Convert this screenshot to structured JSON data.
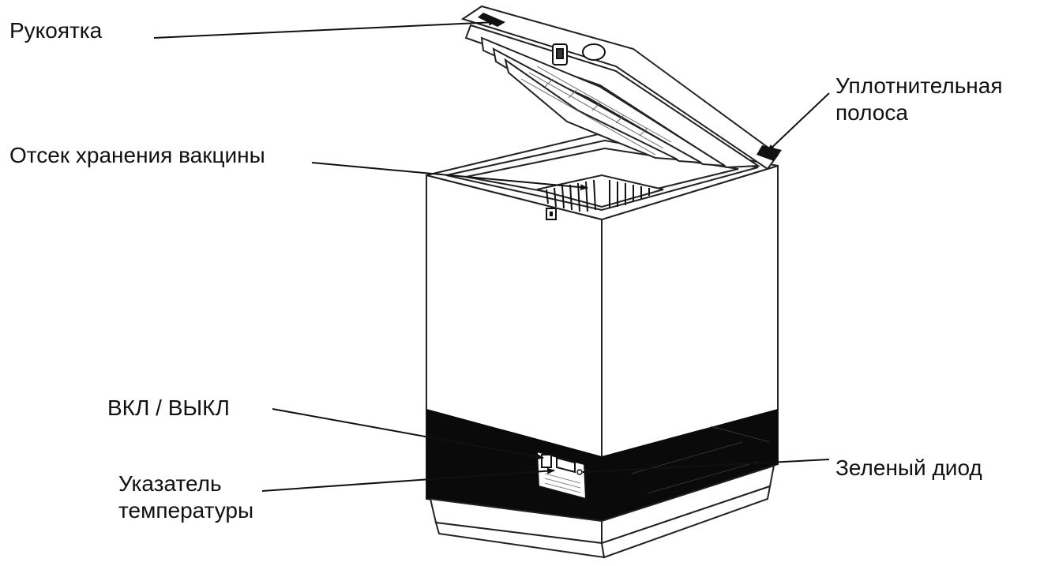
{
  "labels": {
    "handle": "Рукоятка",
    "seal_line1": "Уплотнительная",
    "seal_line2": "полоса",
    "compartment": "Отсек хранения вакцины",
    "on_off": "ВКЛ / ВЫКЛ",
    "thermometer_line1": "Указатель",
    "thermometer_line2": "температуры",
    "green_led": "Зеленый диод"
  },
  "colors": {
    "line": "#222222",
    "band": "#0a0a0a",
    "background": "#ffffff"
  }
}
